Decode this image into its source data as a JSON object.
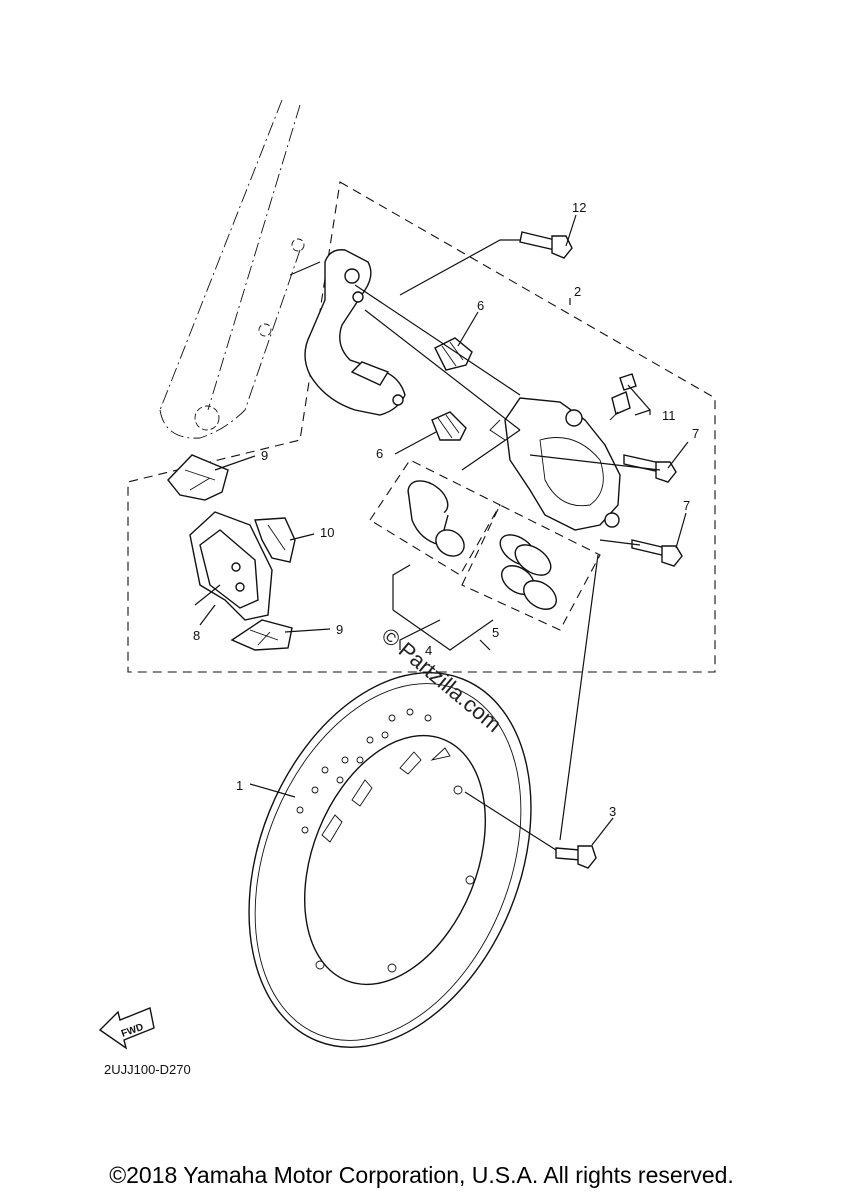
{
  "callouts": [
    "1",
    "2",
    "3",
    "4",
    "5",
    "6",
    "6",
    "7",
    "7",
    "8",
    "9",
    "9",
    "10",
    "11",
    "12"
  ],
  "diagram_code": "2UJJ100-D270",
  "watermark": "© Partzilla.com",
  "fwd_label": "FWD",
  "copyright": "©2018 Yamaha Motor Corporation, U.S.A. All rights reserved.",
  "colors": {
    "ink": "#111111",
    "background": "#ffffff"
  }
}
